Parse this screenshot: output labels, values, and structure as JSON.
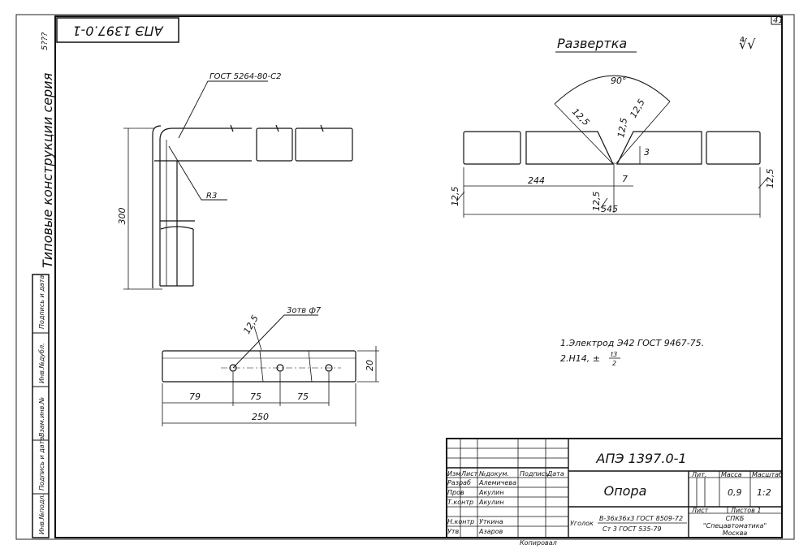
{
  "sheet": {
    "page_no": "41",
    "corner_mark": "5???",
    "stamp_code": "АПЭ 1397.0-1",
    "series_label": "Типовые конструкции серия",
    "roughness_mark": "∜√"
  },
  "left_stamps": [
    "Инв.№подл.",
    "Подпись и дата",
    "Взам.инв.№",
    "Инв.№дубл.",
    "Подпись и дата"
  ],
  "views": {
    "bent_view": {
      "weld_label": "ГОСТ 5264-80-С2",
      "radius_label": "R3",
      "height_dim": "300"
    },
    "hole_view": {
      "holes_label": "3отв ф7",
      "dim_edge": "79",
      "dim_step1": "75",
      "dim_step2": "75",
      "total": "250",
      "width": "20",
      "angle_leg": "12,5"
    },
    "development": {
      "title": "Развертка",
      "angle": "90°",
      "leg_left": "12,5",
      "leg_right": "12,5",
      "leg_mid": "12,5",
      "dim_244": "244",
      "dim_7": "7",
      "dim_3": "3",
      "dim_545": "545",
      "edge_left": "12,5",
      "edge_right": "12,5",
      "edge_bottom": "12,5"
    }
  },
  "notes": [
    "1.Электрод Э42 ГОСТ 9467-75.",
    "2.Н14, ±",
    "t3",
    "2"
  ],
  "title_block": {
    "doc_code": "АПЭ 1397.0-1",
    "part_name": "Опора",
    "headers": [
      "Изм",
      "Лист",
      "№докум.",
      "Подпись",
      "Дата"
    ],
    "roles": [
      {
        "role": "Разраб",
        "name": "Алемичева"
      },
      {
        "role": "Пров",
        "name": "Акулин"
      },
      {
        "role": "Т.контр",
        "name": "Акулин"
      },
      {
        "role": "Н.контр",
        "name": "Уткина"
      },
      {
        "role": "Утв",
        "name": "Азаров"
      }
    ],
    "lit_label": "Лит.",
    "mass_label": "Масса",
    "scale_label": "Масштаб",
    "mass": "0,9",
    "scale": "1:2",
    "sheet_label": "Лист",
    "sheets_label": "Листов 1",
    "material_prefix": "Уголок",
    "material_line1": "В-36х36х3 ГОСТ 8509-72",
    "material_line2": "Ст 3 ГОСТ 535-79",
    "org_line1": "СПКБ",
    "org_line2": "\"Спецавтоматика\"",
    "org_line3": "Москва",
    "footer": "Копировал"
  }
}
